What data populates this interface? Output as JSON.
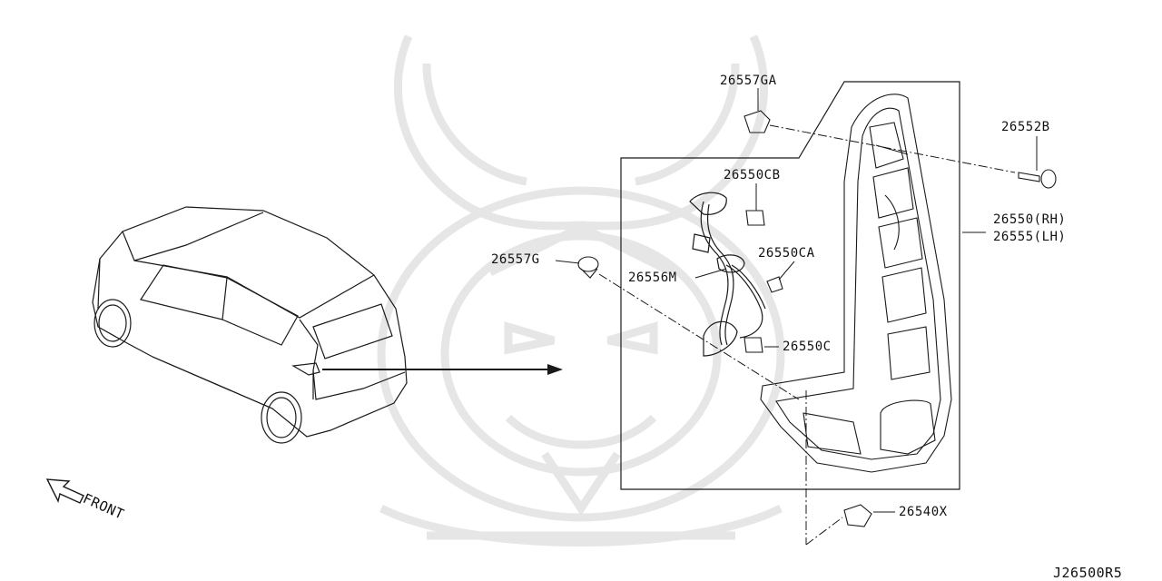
{
  "colors": {
    "line": "#1a1a1a",
    "watermark": "#e6e6e6",
    "background": "#ffffff"
  },
  "watermark": {
    "name": "samurai-mask-watermark"
  },
  "labels": {
    "p26557GA": "26557GA",
    "p26552B": "26552B",
    "p26550CB": "26550CB",
    "p26550RH": "26550(RH)",
    "p26555LH": "26555(LH)",
    "p26557G": "26557G",
    "p26550CA": "26550CA",
    "p26556M": "26556M",
    "p26550C": "26550C",
    "p26540X": "26540X",
    "front": "FRONT",
    "diagram_code": "J26500R5"
  }
}
